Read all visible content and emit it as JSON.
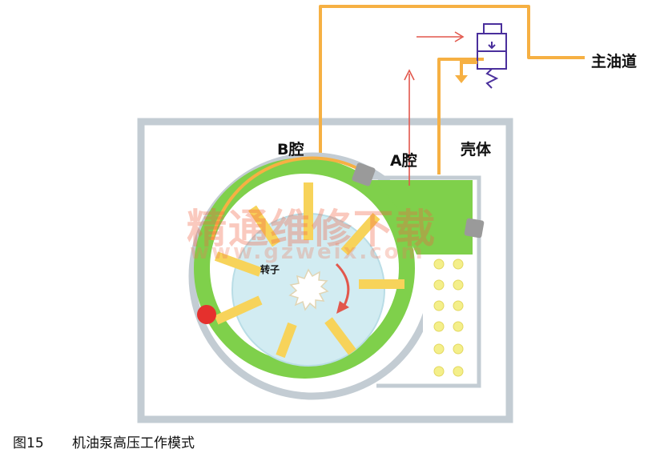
{
  "labels": {
    "chamber_b": "B腔",
    "chamber_a": "A腔",
    "housing": "壳体",
    "rotor": "转子",
    "main_gallery": "主油道"
  },
  "caption": {
    "figure": "图15",
    "title": "机油泵高压工作模式"
  },
  "watermark": {
    "cn": "精通维修下载",
    "url": "www.gzweix.com"
  },
  "colors": {
    "housing": "#c3ccd3",
    "oil_line": "#f6b043",
    "ring": "#7fd04b",
    "rotor": "#d2ecf2",
    "vane": "#f7d35a",
    "flow_arrow": "#e2574c",
    "valve": "#4a2f9c",
    "pivot": "#e5302d",
    "seal": "#9a9a9a",
    "dots": "#f4ef8a"
  }
}
